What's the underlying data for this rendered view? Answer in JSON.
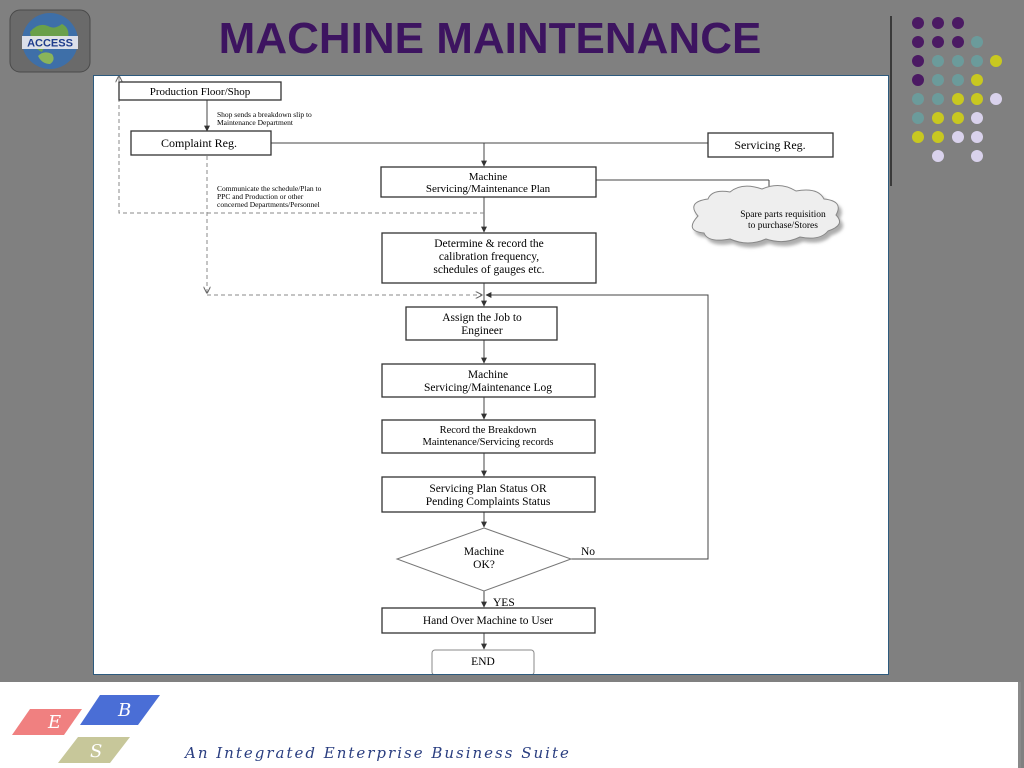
{
  "title": "MACHINE MAINTENANCE",
  "logo": {
    "text": "ACCESS"
  },
  "flowchart": {
    "nodes": {
      "production_floor": "Production Floor/Shop",
      "complaint_reg": "Complaint Reg.",
      "servicing_reg": "Servicing Reg.",
      "plan_line1": "Machine",
      "plan_line2": "Servicing/Maintenance Plan",
      "spare_line1": "Spare parts requisition",
      "spare_line2": "to purchase/Stores",
      "calib_line1": "Determine & record the",
      "calib_line2": "calibration frequency,",
      "calib_line3": "schedules of gauges etc.",
      "assign_line1": "Assign the Job to",
      "assign_line2": "Engineer",
      "log_line1": "Machine",
      "log_line2": "Servicing/Maintenance Log",
      "record_line1": "Record the Breakdown",
      "record_line2": "Maintenance/Servicing records",
      "status_line1": "Servicing Plan Status OR",
      "status_line2": "Pending Complaints Status",
      "decision_line1": "Machine",
      "decision_line2": "OK?",
      "handover": "Hand Over Machine to User",
      "end": "END"
    },
    "notes": {
      "shop_line1": "Shop sends a breakdown slip to",
      "shop_line2": "Maintenance Department",
      "comm_line1": "Communicate the schedule/Plan to",
      "comm_line2": "PPC and Production or other",
      "comm_line3": "concerned Departments/Personnel"
    },
    "labels": {
      "no": "No",
      "yes": "YES"
    }
  },
  "footer": {
    "logo_letters": [
      "E",
      "B",
      "S"
    ],
    "tagline": "An Integrated Enterprise Business Suite"
  },
  "colors": {
    "title": "#3d1460",
    "dot_purple": "#4b1a63",
    "dot_teal": "#6b9b9b",
    "dot_yellow": "#c8c820",
    "dot_lavender": "#d9d2ec",
    "ebs_red": "#f08080",
    "ebs_blue": "#4a6ed6",
    "ebs_olive": "#c7c79a"
  }
}
